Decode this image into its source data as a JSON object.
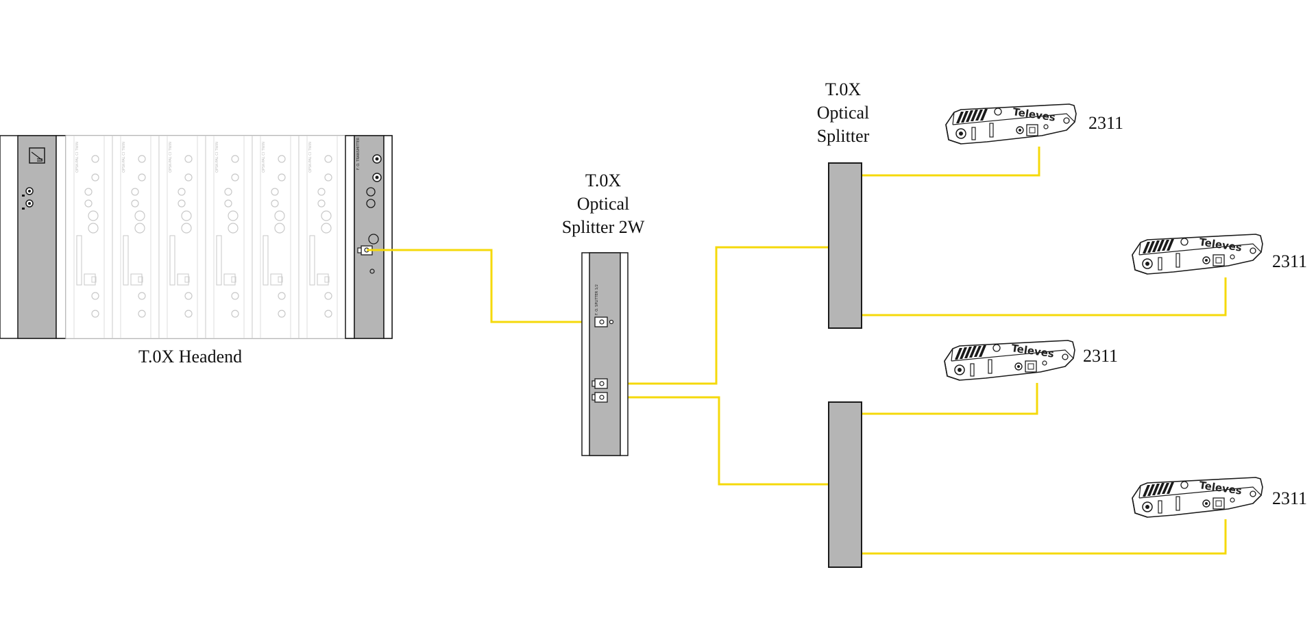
{
  "headend": {
    "label": "T.0X Headend",
    "transmitter_text": "F. O. TRANSMITTER",
    "module_text": "QPSK-PAL CI TWIN",
    "module_count": 6
  },
  "splitter_2w": {
    "label_lines": [
      "T.0X",
      "Optical",
      "Splitter 2W"
    ],
    "body_text": "F. O. SPLITTER 1/2"
  },
  "optical_splitter": {
    "label_lines": [
      "T.0X",
      "Optical",
      "Splitter"
    ]
  },
  "receivers": [
    {
      "model": "2311",
      "brand": "Televes"
    },
    {
      "model": "2311",
      "brand": "Televes"
    },
    {
      "model": "2311",
      "brand": "Televes"
    },
    {
      "model": "2311",
      "brand": "Televes"
    }
  ],
  "colors": {
    "fiber": "#F5D90A",
    "module_gray": "#b5b5b5",
    "outline": "#1a1a1a",
    "faint": "#cfcfcf"
  }
}
